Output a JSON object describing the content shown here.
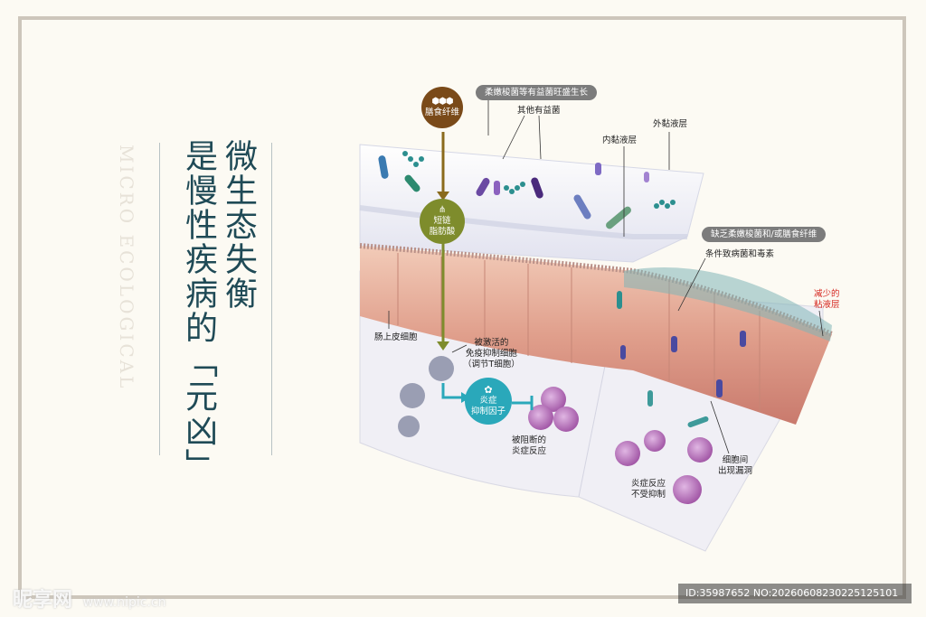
{
  "title": {
    "line1": "微生态失衡",
    "line2": "是慢性疾病的「元凶」",
    "subtitle": "MICRO ECOLOGICAL"
  },
  "labels": {
    "fiber": "膳食纤维",
    "scfa": "短链\n脂肪酸",
    "inflam_factor": "炎症\n抑制因子",
    "pill_top": "柔嫩梭菌等有益菌旺盛生长",
    "pill_right": "缺乏柔嫩梭菌和/或膳食纤维",
    "other_bacteria": "其他有益菌",
    "inner_mucus": "内黏液层",
    "outer_mucus": "外黏液层",
    "pathogens": "条件致病菌和毒素",
    "reduced_mucus": "减少的\n粘液层",
    "epithelial": "肠上皮细胞",
    "activated_treg": "被激活的\n免疫抑制细胞\n（调节T细胞）",
    "blocked_inflam": "被阻断的\n炎症反应",
    "leak": "细胞间\n出现漏洞",
    "unsuppressed": "炎症反应\n不受抑制"
  },
  "watermark": {
    "brand": "昵享网",
    "url": "www.nipic.cn",
    "id_text": "ID:35987652 NO:20260608230225125101"
  },
  "colors": {
    "title": "#1f4a56",
    "fiber": "#7a4a19",
    "scfa": "#7e8c2c",
    "inflam": "#2aa8ba",
    "reduced_mucus": "#d5261f"
  }
}
